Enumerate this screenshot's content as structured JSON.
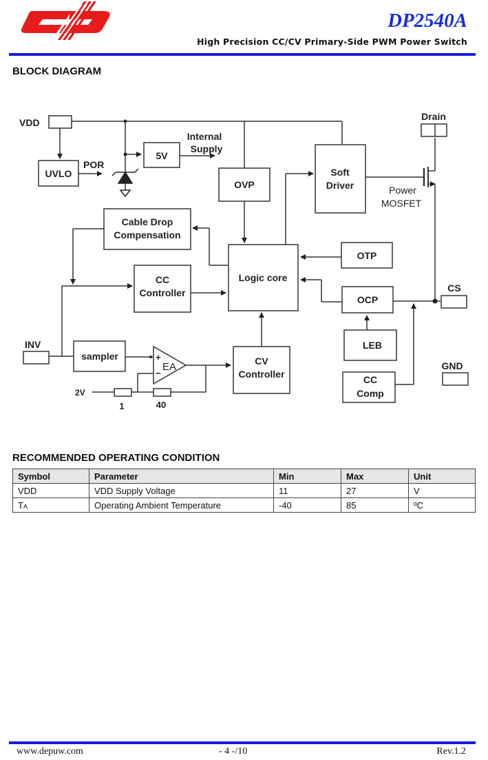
{
  "header": {
    "logo": "company-logo",
    "part_number": "DP2540A",
    "subtitle": "High Precision CC/CV Primary-Side PWM Power Switch"
  },
  "sections": {
    "block_diagram_title": "BLOCK DIAGRAM",
    "roc_title": "RECOMMENDED OPERATING CONDITION"
  },
  "diagram": {
    "pins": {
      "vdd": "VDD",
      "drain": "Drain",
      "cs": "CS",
      "gnd": "GND",
      "inv": "INV"
    },
    "blocks": {
      "uvlo": "UVLO",
      "five_v": "5V",
      "ovp": "OVP",
      "soft_driver_1": "Soft",
      "soft_driver_2": "Driver",
      "cable_drop_1": "Cable Drop",
      "cable_drop_2": "Compensation",
      "cc_controller_1": "CC",
      "cc_controller_2": "Controller",
      "logic_core": "Logic core",
      "otp": "OTP",
      "ocp": "OCP",
      "leb": "LEB",
      "cc_comp_1": "CC",
      "cc_comp_2": "Comp",
      "sampler": "sampler",
      "cv_controller_1": "CV",
      "cv_controller_2": "Controller",
      "ea": "EA"
    },
    "labels": {
      "por": "POR",
      "internal_1": "Internal",
      "internal_2": "Supply",
      "power_1": "Power",
      "power_2": "MOSFET",
      "ref_2v": "2V",
      "res_1": "1",
      "res_40": "40",
      "plus": "+",
      "minus": "−"
    }
  },
  "roc_table": {
    "headers": [
      "Symbol",
      "Parameter",
      "Min",
      "Max",
      "Unit"
    ],
    "rows": [
      {
        "symbol": "VDD",
        "symbol_sub": "",
        "parameter": "VDD Supply Voltage",
        "min": "11",
        "max": "27",
        "unit": "V"
      },
      {
        "symbol": "T",
        "symbol_sub": "A",
        "parameter": "Operating Ambient Temperature",
        "min": "-40",
        "max": "85",
        "unit": "ºC"
      }
    ]
  },
  "footer": {
    "url": "www.depuw.com",
    "page": "- 4 -/10",
    "revision": "Rev.1.2"
  },
  "colors": {
    "accent_blue": "#1a1ae0",
    "title_blue": "#1a2fd6",
    "logo_red": "#e81c1c"
  }
}
